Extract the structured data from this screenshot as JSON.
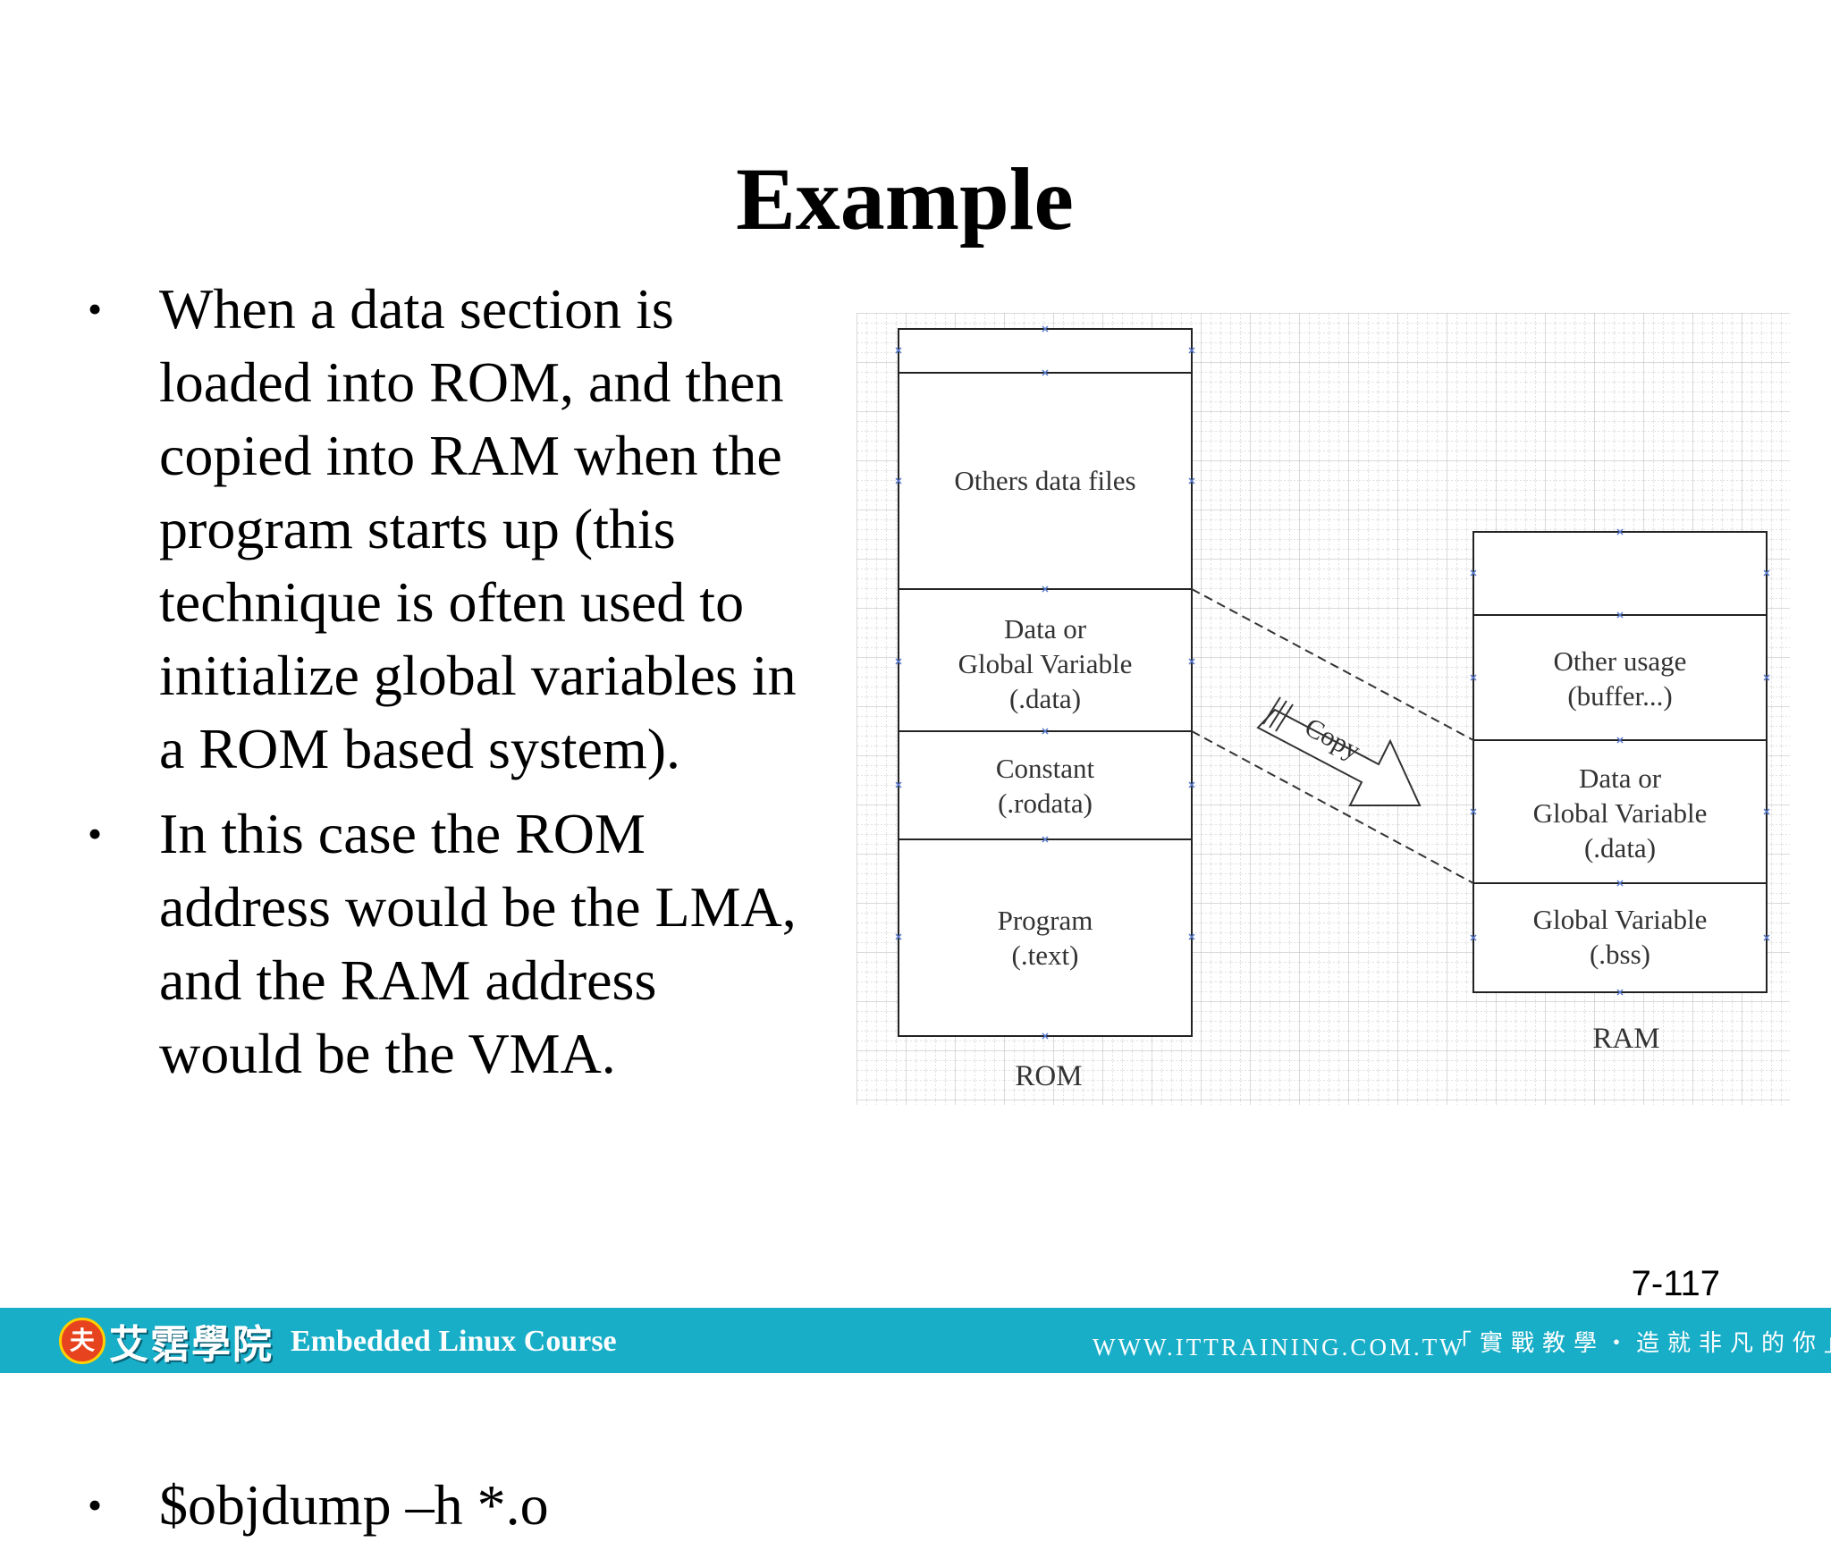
{
  "title": "Example",
  "bullets": [
    {
      "symbol": "•",
      "lines": [
        "When a data section is",
        "loaded into ROM, and then",
        "copied into RAM when the",
        "program starts up (this",
        "technique is often used to",
        "initialize global variables in",
        "a ROM based system)."
      ]
    },
    {
      "symbol": "•",
      "lines": [
        "In this case the ROM",
        "address would be the LMA,",
        "and the RAM address",
        "would be the VMA."
      ]
    },
    {
      "symbol": "•",
      "lines": [
        "$objdump –h *.o"
      ]
    }
  ],
  "diagram": {
    "rom": {
      "label": "ROM",
      "sections": [
        {
          "lines": []
        },
        {
          "lines": [
            "Others data files"
          ]
        },
        {
          "lines": [
            "Data or",
            "Global Variable",
            "(.data)"
          ]
        },
        {
          "lines": [
            "Constant",
            "(.rodata)"
          ]
        },
        {
          "lines": [
            "Program",
            "(.text)"
          ]
        }
      ]
    },
    "ram": {
      "label": "RAM",
      "sections": [
        {
          "lines": []
        },
        {
          "lines": [
            "Other usage",
            "(buffer...)"
          ]
        },
        {
          "lines": [
            "Data or",
            "Global Variable",
            "(.data)"
          ]
        },
        {
          "lines": [
            "Global Variable",
            "(.bss)"
          ]
        }
      ]
    },
    "copy_label": "Copy"
  },
  "page_number": "7-117",
  "footer": {
    "logo_icon": "夫",
    "logo_text": "艾霑學院",
    "course": "Embedded Linux Course",
    "website": "WWW.ITTRAINING.COM.TW",
    "slogan": "「實戰教學・造就非凡的你」",
    "colors": {
      "bar": "#18aec8",
      "logo_badge": "#e8431f"
    }
  }
}
